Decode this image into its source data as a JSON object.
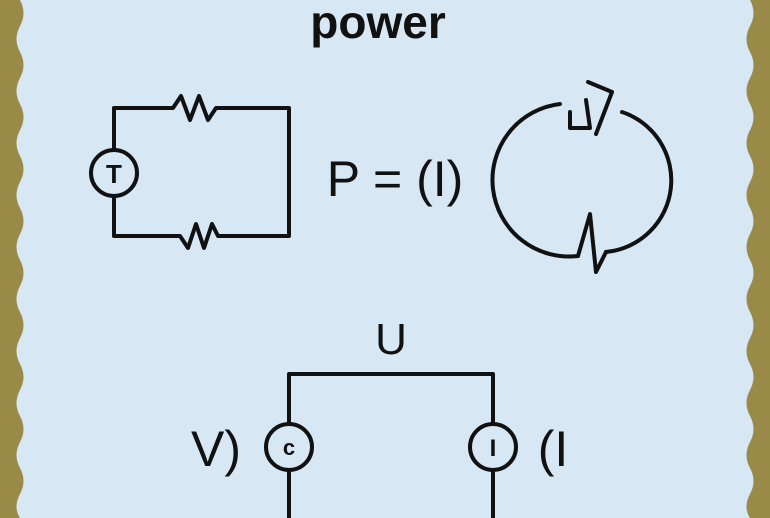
{
  "title": "power",
  "formula": "P = (I)",
  "top_circuit": {
    "source_label": "T"
  },
  "bottom_circuit": {
    "top_label": "U",
    "left_label": "V)",
    "left_meter_label": "c",
    "right_meter_label": "I",
    "right_label": "(I"
  },
  "colors": {
    "frame": "#9a8a48",
    "panel": "#d7e7f4",
    "ink": "#111111"
  },
  "icons": [
    "cycle-arrow-lightning-icon"
  ]
}
